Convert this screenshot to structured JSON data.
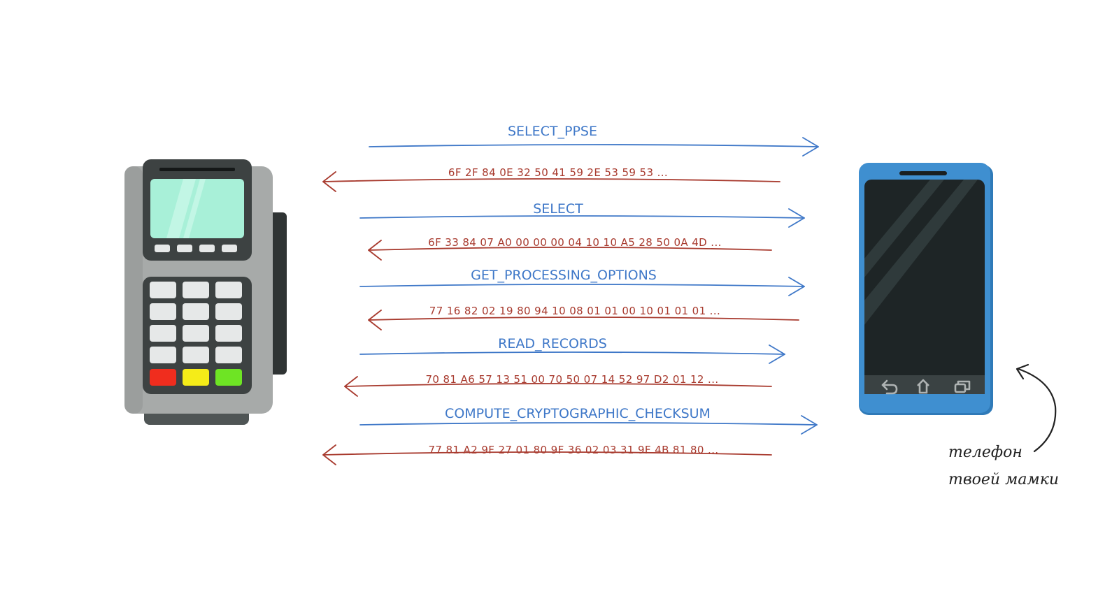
{
  "colors": {
    "command": "#3f78c8",
    "response": "#a83a2e",
    "caption": "#222222",
    "terminal_body": "#a7aaa9",
    "terminal_dark": "#3d4242",
    "terminal_screen": "#a8f0d8",
    "phone_body": "#3f8fd0",
    "phone_screen": "#1e2526",
    "key_red": "#f02d1e",
    "key_yellow": "#f5ec18",
    "key_green": "#6ee424"
  },
  "devices": {
    "terminal": {
      "icon": "pos-terminal-icon"
    },
    "phone": {
      "icon": "smartphone-icon",
      "nav_icons": [
        "back-icon",
        "home-icon",
        "recent-apps-icon"
      ]
    }
  },
  "exchanges": [
    {
      "command": "SELECT_PPSE",
      "response": "6F 2F 84 0E 32 50 41 59 2E 53 59 53 ..."
    },
    {
      "command": "SELECT",
      "response": "6F 33 84 07 A0 00 00 00 04 10 10 A5 28 50 0A 4D ..."
    },
    {
      "command": "GET_PROCESSING_OPTIONS",
      "response": "77 16 82 02 19 80 94 10 08 01 01 00 10 01 01 01 ..."
    },
    {
      "command": "READ_RECORDS",
      "response": "70 81 A6 57 13 51 00 70 50 07 14 52 97 D2 01 12 ..."
    },
    {
      "command": "COMPUTE_CRYPTOGRAPHIC_CHECKSUM",
      "response": "77 81 A2 9F 27 01 80 9F 36 02 03 31 9F 4B 81 80 ..."
    }
  ],
  "caption": {
    "line1": "телефон",
    "line2": "твоей мамки"
  }
}
